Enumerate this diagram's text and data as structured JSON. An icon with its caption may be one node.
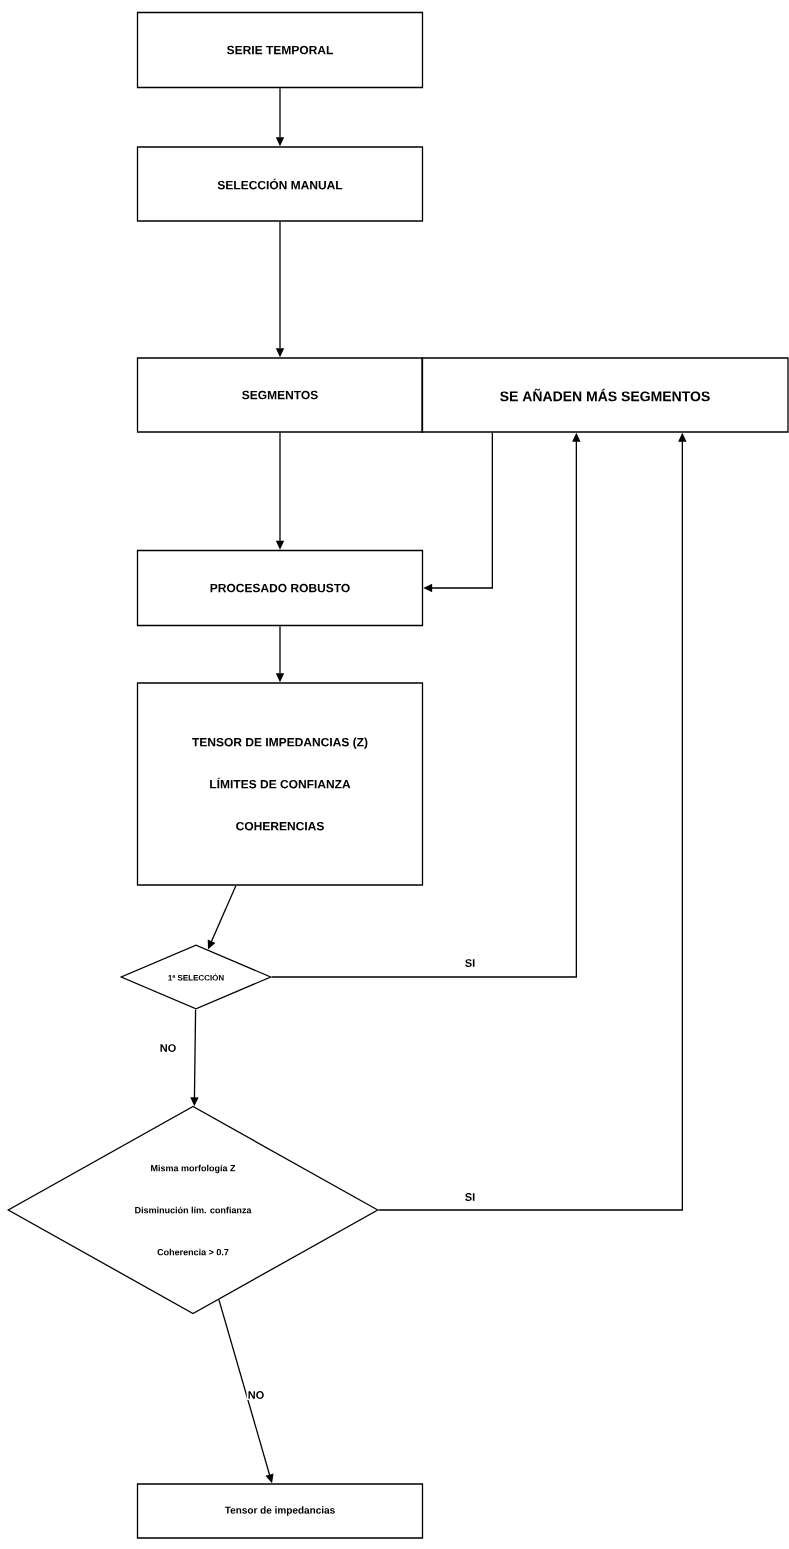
{
  "diagram": {
    "nodes": [
      {
        "text": [
          "SERIE TEMPORAL"
        ]
      },
      {
        "text": [
          "SELECCIÓN MANUAL"
        ]
      },
      {
        "text": [
          "SEGMENTOS"
        ]
      },
      {
        "text": [
          "SE AÑADEN MÁS SEGMENTOS"
        ]
      },
      {
        "text": [
          "PROCESADO ROBUSTO"
        ]
      },
      {
        "text": [
          "TENSOR DE IMPEDANCIAS (Z)",
          "LÍMITES DE CONFIANZA",
          "COHERENCIAS"
        ]
      },
      {
        "text": [
          "1ª SELECCIÓN"
        ]
      },
      {
        "text": [
          "Misma morfología Z",
          "Disminución lím. confianza",
          "Coherencia > 0.7"
        ]
      },
      {
        "text": [
          "Tensor de impedancias"
        ]
      }
    ],
    "edges": [
      {
        "from": 0,
        "to": 1,
        "arrow": "to"
      },
      {
        "from": 1,
        "to": 2,
        "arrow": "to"
      },
      {
        "from": 2,
        "to": 4,
        "arrow": "to"
      },
      {
        "from": 3,
        "to": 4,
        "arrow": "to"
      },
      {
        "from": 4,
        "to": 5,
        "arrow": "to"
      },
      {
        "from": 5,
        "to": 6,
        "arrow": "to"
      },
      {
        "from": 6,
        "to": 3,
        "arrow": "to",
        "label": "SI"
      },
      {
        "from": 6,
        "to": 7,
        "arrow": "to",
        "label": "NO"
      },
      {
        "from": 7,
        "to": 3,
        "arrow": "to",
        "label": "SI"
      },
      {
        "from": 7,
        "to": 8,
        "arrow": "to",
        "label": "NO"
      }
    ]
  }
}
